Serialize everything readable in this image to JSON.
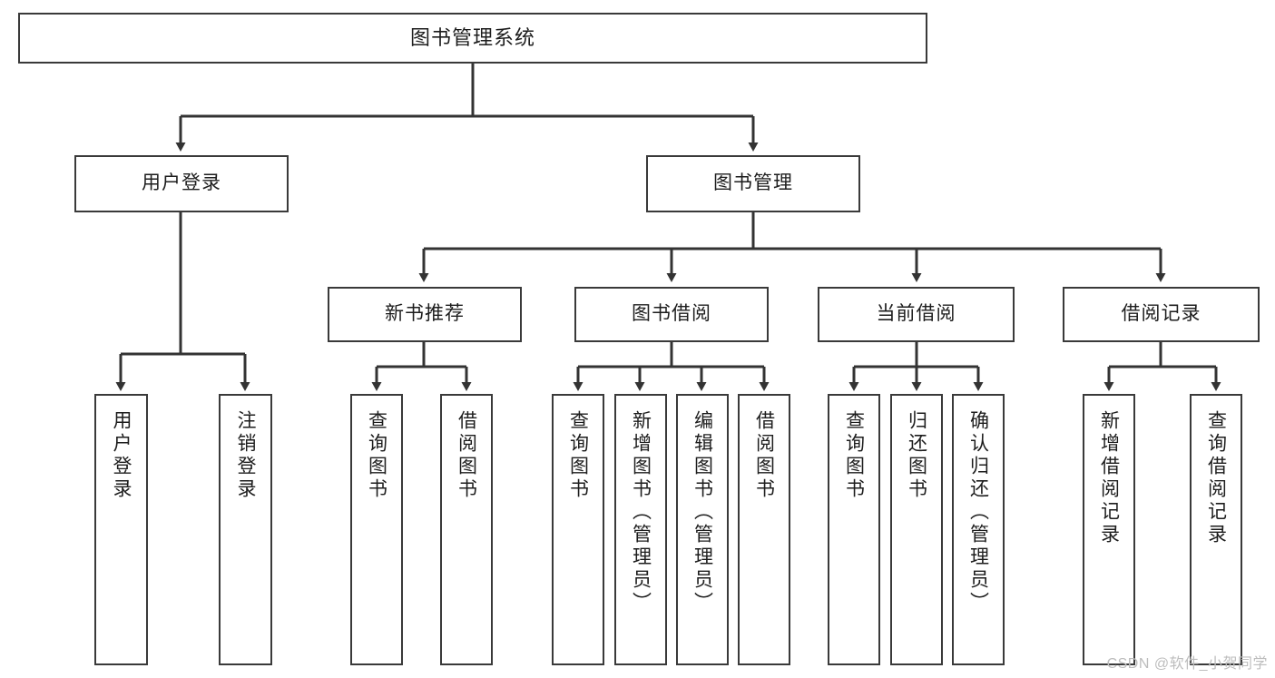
{
  "diagram": {
    "title": "图书管理系统",
    "type": "tree-hierarchy",
    "watermark": "CSDN @软件_小贺同学",
    "colors": {
      "background": "#ffffff",
      "box_border": "#3a3a3a",
      "box_fill": "#ffffff",
      "text": "#1d1d1d",
      "connector": "#333333",
      "watermark": "#bdbdbd"
    },
    "levels": {
      "level1": "root",
      "level2": "modules",
      "level3": "submodules",
      "level4": "operations"
    }
  },
  "nodes": {
    "root": {
      "label": "图书管理系统",
      "orientation": "horizontal"
    },
    "user_login": {
      "label": "用户登录",
      "orientation": "horizontal"
    },
    "book_manage": {
      "label": "图书管理",
      "orientation": "horizontal"
    },
    "new_book_rec": {
      "label": "新书推荐",
      "orientation": "horizontal"
    },
    "book_borrow": {
      "label": "图书借阅",
      "orientation": "horizontal"
    },
    "current_borrow": {
      "label": "当前借阅",
      "orientation": "horizontal"
    },
    "borrow_record": {
      "label": "借阅记录",
      "orientation": "horizontal"
    },
    "leaf_user_login": {
      "label": "用户登录",
      "orientation": "vertical"
    },
    "leaf_logout": {
      "label": "注销登录",
      "orientation": "vertical"
    },
    "leaf_query_book_1": {
      "label": "查询图书",
      "orientation": "vertical"
    },
    "leaf_borrow_book_1": {
      "label": "借阅图书",
      "orientation": "vertical"
    },
    "leaf_query_book_2": {
      "label": "查询图书",
      "orientation": "vertical"
    },
    "leaf_add_book": {
      "label": "新增图书（管理员）",
      "orientation": "vertical"
    },
    "leaf_edit_book": {
      "label": "编辑图书（管理员）",
      "orientation": "vertical"
    },
    "leaf_borrow_book_2": {
      "label": "借阅图书",
      "orientation": "vertical"
    },
    "leaf_query_book_3": {
      "label": "查询图书",
      "orientation": "vertical"
    },
    "leaf_return_book": {
      "label": "归还图书",
      "orientation": "vertical"
    },
    "leaf_confirm_return": {
      "label": "确认归还（管理员）",
      "orientation": "vertical"
    },
    "leaf_add_record": {
      "label": "新增借阅记录",
      "orientation": "vertical"
    },
    "leaf_query_record": {
      "label": "查询借阅记录",
      "orientation": "vertical"
    }
  },
  "tree": {
    "root_children": [
      "用户登录",
      "图书管理"
    ],
    "book_manage_children": [
      "新书推荐",
      "图书借阅",
      "当前借阅",
      "借阅记录"
    ],
    "user_login_children": [
      "用户登录",
      "注销登录"
    ],
    "new_book_rec_children": [
      "查询图书",
      "借阅图书"
    ],
    "book_borrow_children": [
      "查询图书",
      "新增图书（管理员）",
      "编辑图书（管理员）",
      "借阅图书"
    ],
    "current_borrow_children": [
      "查询图书",
      "归还图书",
      "确认归还（管理员）"
    ],
    "borrow_record_children": [
      "新增借阅记录",
      "查询借阅记录"
    ]
  }
}
